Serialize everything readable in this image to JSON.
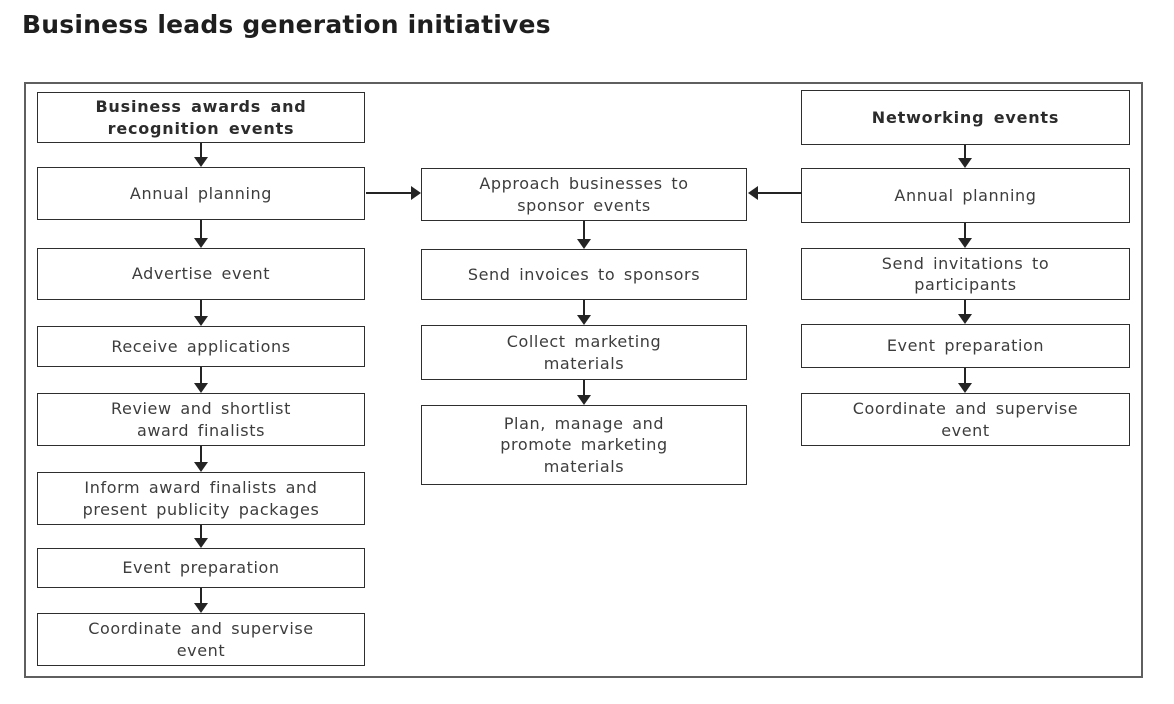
{
  "title": "Business leads generation initiatives",
  "flowchart": {
    "left_column": {
      "header": "Business awards and\nrecognition events",
      "steps": [
        "Annual planning",
        "Advertise event",
        "Receive applications",
        "Review and shortlist\naward finalists",
        "Inform award finalists and\npresent publicity packages",
        "Event preparation",
        "Coordinate and supervise\nevent"
      ]
    },
    "center_column": {
      "steps": [
        "Approach businesses to\nsponsor events",
        "Send invoices to sponsors",
        "Collect marketing\nmaterials",
        "Plan, manage and\npromote marketing\nmaterials"
      ]
    },
    "right_column": {
      "header": "Networking events",
      "steps": [
        "Annual planning",
        "Send invitations to\nparticipants",
        "Event preparation",
        "Coordinate and supervise\nevent"
      ]
    }
  },
  "colors": {
    "background": "#ffffff",
    "title_text": "#1e1e1e",
    "box_border": "#2e2e2e",
    "box_text": "#3d3d3d",
    "outer_border": "#5f5f5f",
    "arrow": "#242424"
  }
}
